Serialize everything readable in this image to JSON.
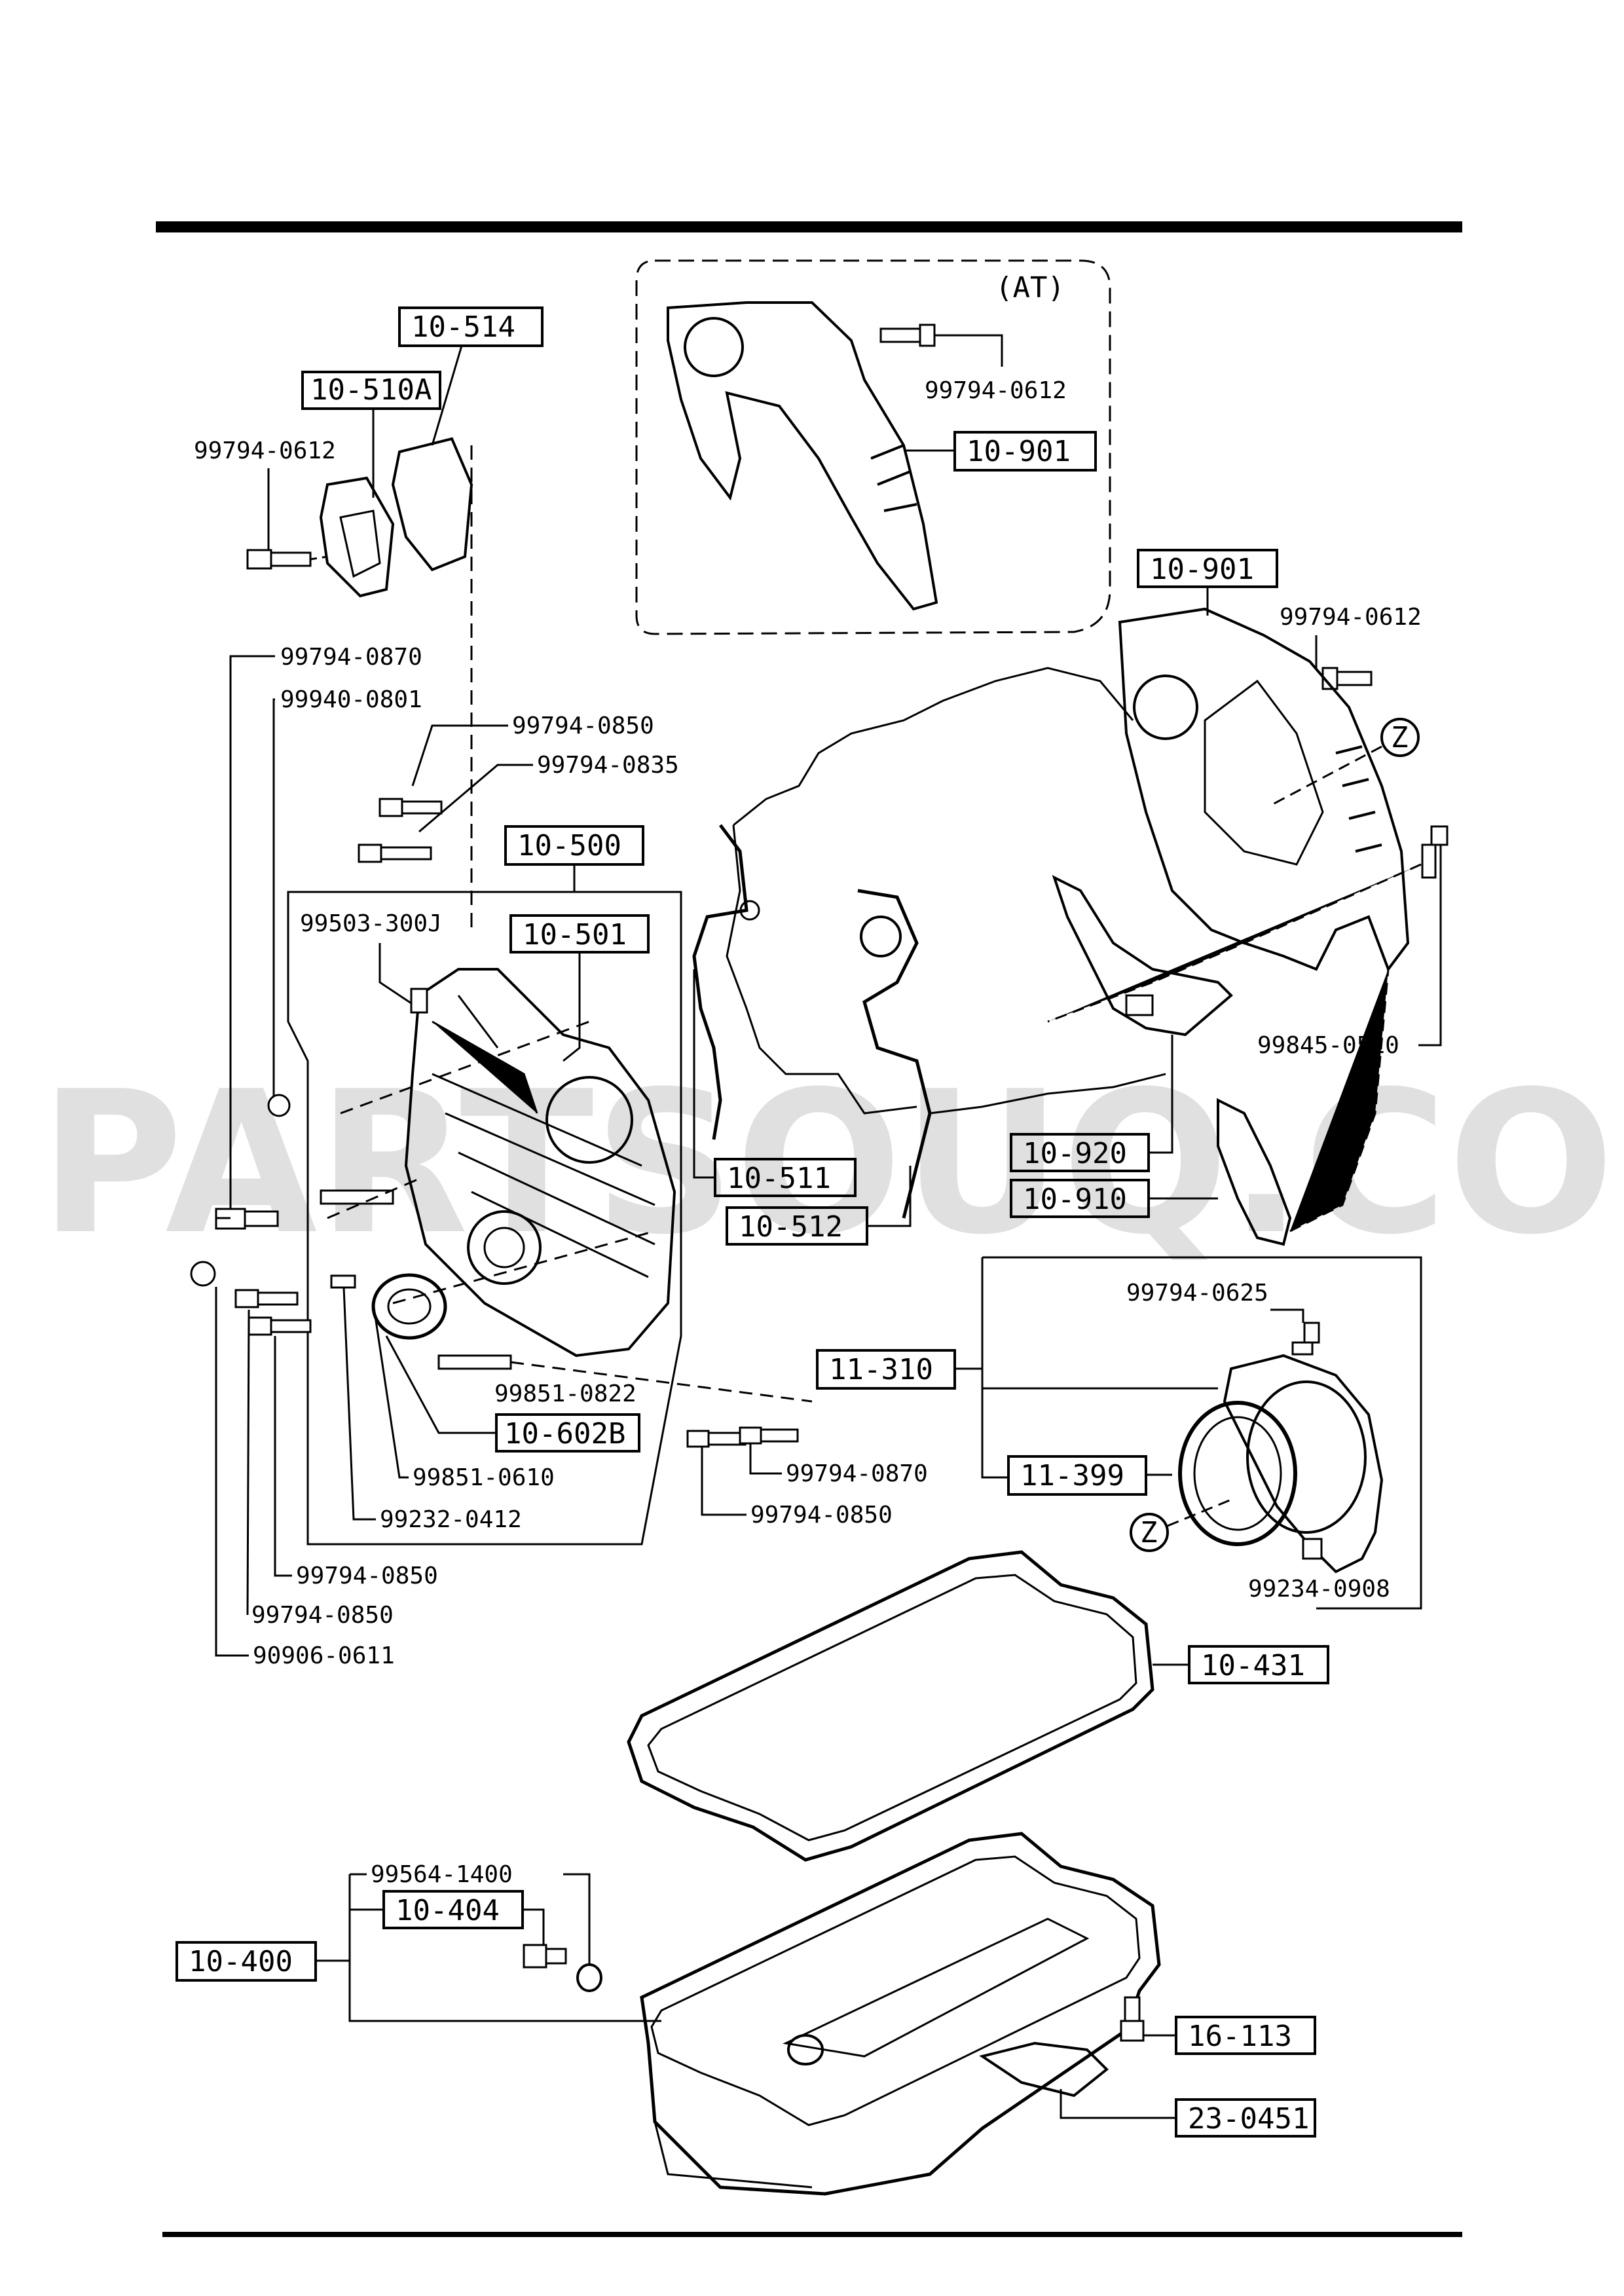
{
  "watermark": "PARTSOUQ.COM",
  "at_label": "(AT)",
  "zone_marker": "Z",
  "part_boxes": {
    "b10_514": "10-514",
    "b10_510a": "10-510A",
    "b10_901_at": "10-901",
    "b10_901": "10-901",
    "b10_500": "10-500",
    "b10_501": "10-501",
    "b10_511": "10-511",
    "b10_512": "10-512",
    "b10_920": "10-920",
    "b10_910": "10-910",
    "b10_602b": "10-602B",
    "b11_310": "11-310",
    "b11_399": "11-399",
    "b10_431": "10-431",
    "b10_400": "10-400",
    "b10_404": "10-404",
    "b16_113": "16-113",
    "b23_0451": "23-0451"
  },
  "part_numbers": {
    "p_at_0612": "99794-0612",
    "p_0612_left": "99794-0612",
    "p_0612_right": "99794-0612",
    "p_0870_top": "99794-0870",
    "p_0801": "99940-0801",
    "p_0850_top": "99794-0850",
    "p_0835": "99794-0835",
    "p_300j": "99503-300J",
    "p_0510": "99845-0510",
    "p_0625": "99794-0625",
    "p_0822": "99851-0822",
    "p_0870_mid": "99794-0870",
    "p_0610": "99851-0610",
    "p_0850_mid": "99794-0850",
    "p_0412": "99232-0412",
    "p_0850_a": "99794-0850",
    "p_0850_b": "99794-0850",
    "p_0611": "90906-0611",
    "p_0908": "99234-0908",
    "p_1400": "99564-1400"
  }
}
